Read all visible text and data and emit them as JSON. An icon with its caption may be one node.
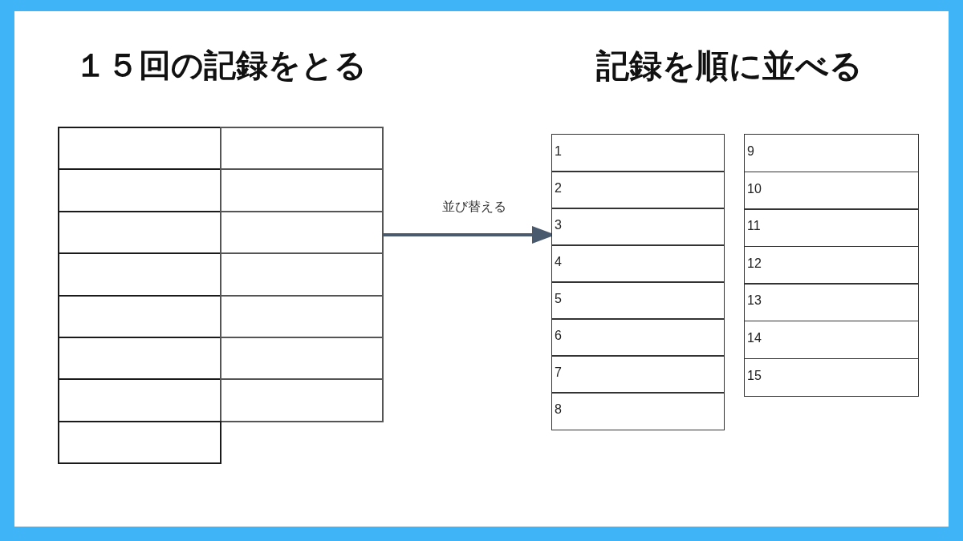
{
  "diagram": {
    "nodes": [
      {
        "text": [],
        "shape": "box"
      },
      {
        "text": [],
        "shape": "box"
      },
      {
        "text": [],
        "shape": "box"
      },
      {
        "text": [],
        "shape": "box"
      },
      {
        "text": [],
        "shape": "box"
      },
      {
        "text": [],
        "shape": "box"
      },
      {
        "text": [],
        "shape": "box"
      },
      {
        "text": [],
        "shape": "box"
      },
      {
        "text": [],
        "shape": "box"
      },
      {
        "text": [],
        "shape": "box"
      },
      {
        "text": [],
        "shape": "box"
      },
      {
        "text": [],
        "shape": "box"
      },
      {
        "text": [],
        "shape": "box"
      },
      {
        "text": [],
        "shape": "box"
      },
      {
        "text": [],
        "shape": "box"
      },
      {
        "text": [
          "1"
        ]
      },
      {
        "text": [
          "2"
        ]
      },
      {
        "text": [
          "3"
        ]
      },
      {
        "text": [
          "4"
        ]
      },
      {
        "text": [
          "5"
        ]
      },
      {
        "text": [
          "6"
        ]
      },
      {
        "text": [
          "7"
        ]
      },
      {
        "text": [
          "8"
        ]
      },
      {
        "text": [
          "9"
        ]
      },
      {
        "text": [
          "10"
        ]
      },
      {
        "text": [
          "11"
        ]
      },
      {
        "text": [
          "12"
        ]
      },
      {
        "text": [
          "13"
        ]
      },
      {
        "text": [
          "14"
        ]
      },
      {
        "text": [
          "15"
        ]
      }
    ],
    "edges": [
      {
        "from": 5,
        "to": 17,
        "arrow": "to",
        "label": "並び替える"
      }
    ],
    "labels": [
      "１５回の記録をとる",
      "記録を順に並べる"
    ]
  }
}
